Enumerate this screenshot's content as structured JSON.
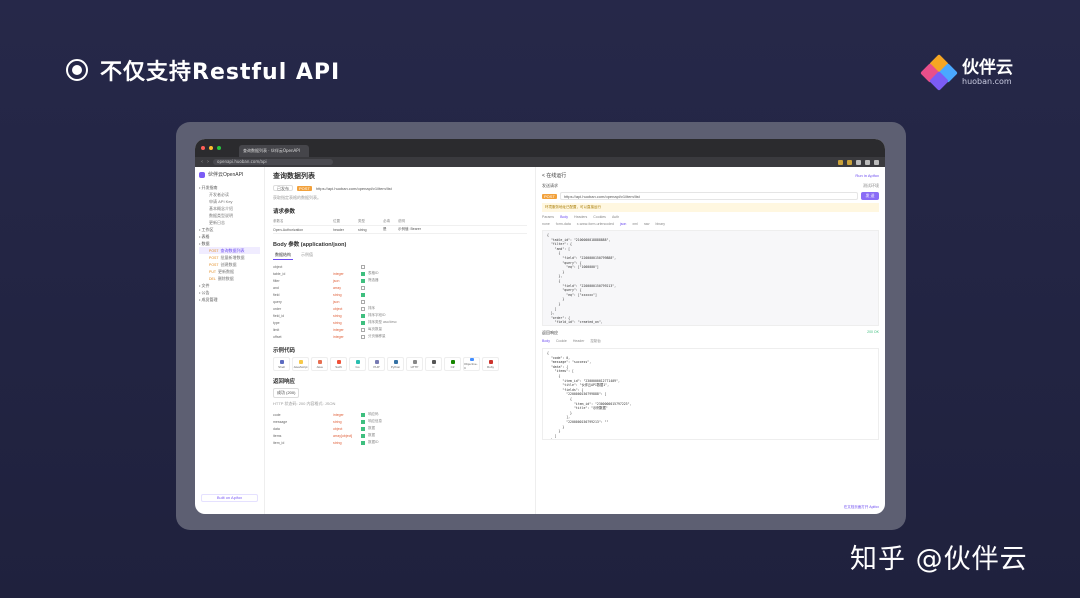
{
  "slide": {
    "title": "不仅支持Restful API",
    "brand_name": "伙伴云",
    "brand_domain": "huoban.com",
    "watermark": "知乎 @伙伴云",
    "brand_colors": [
      "#f5a623",
      "#e94f8a",
      "#7b5cf5",
      "#4aa8ff"
    ]
  },
  "browser": {
    "tab_title": "查询数据列表 · 伙伴云OpenAPI",
    "address": "openapi.huoban.com/api"
  },
  "sidebar": {
    "app_name": "伙伴云OpenAPI",
    "items": [
      {
        "label": "• 开发指南",
        "level": 1
      },
      {
        "label": "开发者必读",
        "level": 2
      },
      {
        "label": "申请 API Key",
        "level": 2
      },
      {
        "label": "基本概念介绍",
        "level": 2
      },
      {
        "label": "数据类型说明",
        "level": 2
      },
      {
        "label": "更新日志",
        "level": 2
      },
      {
        "label": "• 工作区",
        "level": 1
      },
      {
        "label": "• 表格",
        "level": 1
      },
      {
        "label": "• 数据",
        "level": 1
      },
      {
        "label": "查询数据列表",
        "level": 2,
        "method": "POST",
        "active": true
      },
      {
        "label": "批量新增数据",
        "level": 2,
        "method": "POST"
      },
      {
        "label": "创建数据",
        "level": 2,
        "method": "POST"
      },
      {
        "label": "更新数据",
        "level": 2,
        "method": "PUT"
      },
      {
        "label": "删除数据",
        "level": 2,
        "method": "DEL"
      },
      {
        "label": "• 文件",
        "level": 1
      },
      {
        "label": "• 公告",
        "level": 1
      },
      {
        "label": "• 成员管理",
        "level": 1
      }
    ],
    "footer": "Built on Apifox"
  },
  "content": {
    "title": "查询数据列表",
    "status_chip": "已发布",
    "method": "POST",
    "endpoint": "https://api.huoban.com/openapi/v1/item/list",
    "note": "获取指定表格的数据列表。",
    "request_params_title": "请求参数",
    "param_headers": [
      "参数名",
      "位置",
      "类型",
      "必填",
      "说明"
    ],
    "params": [
      {
        "name": "Open-Authorization",
        "in": "header",
        "type": "string",
        "req": "是",
        "desc": "示例值: Bearer"
      }
    ],
    "body_title": "Body 参数 (application/json)",
    "body_tabs": [
      "数据结构",
      "示例值"
    ],
    "schema": [
      {
        "name": "object",
        "type": "",
        "checked": false,
        "desc": ""
      },
      {
        "name": "table_id",
        "type": "integer",
        "checked": true,
        "desc": "表格ID"
      },
      {
        "name": "filter",
        "type": "json",
        "checked": true,
        "desc": "筛选器"
      },
      {
        "name": "and",
        "type": "array",
        "checked": false,
        "desc": ""
      },
      {
        "name": "field",
        "type": "string",
        "checked": true,
        "desc": ""
      },
      {
        "name": "query",
        "type": "json",
        "checked": false,
        "desc": ""
      },
      {
        "name": "order",
        "type": "object",
        "checked": false,
        "desc": "排序"
      },
      {
        "name": "field_id",
        "type": "string",
        "checked": true,
        "desc": "排序字段ID"
      },
      {
        "name": "type",
        "type": "string",
        "checked": true,
        "desc": "排序类型 asc/desc"
      },
      {
        "name": "limit",
        "type": "integer",
        "checked": false,
        "desc": "每页数量"
      },
      {
        "name": "offset",
        "type": "integer",
        "checked": false,
        "desc": "分页偏移量"
      }
    ],
    "code_title": "示例代码",
    "languages": [
      {
        "name": "Shell",
        "color": "#5c6bc0"
      },
      {
        "name": "JavaScript",
        "color": "#f7c948"
      },
      {
        "name": "Java",
        "color": "#e76f51"
      },
      {
        "name": "Swift",
        "color": "#f05138"
      },
      {
        "name": "Go",
        "color": "#29beb0"
      },
      {
        "name": "PHP",
        "color": "#777bb3"
      },
      {
        "name": "Python",
        "color": "#3572a5"
      },
      {
        "name": "HTTP",
        "color": "#888888"
      },
      {
        "name": "C",
        "color": "#555555"
      },
      {
        "name": "C#",
        "color": "#178600"
      },
      {
        "name": "Objective-C",
        "color": "#438eff"
      },
      {
        "name": "Ruby",
        "color": "#cc342d"
      }
    ],
    "response_title": "返回响应",
    "response_tag": "成功 (200)",
    "response_meta": "HTTP 状态码: 200    内容格式: JSON",
    "response_schema": [
      {
        "name": "code",
        "type": "integer",
        "checked": true,
        "desc": "响应码"
      },
      {
        "name": "message",
        "type": "string",
        "checked": true,
        "desc": "响应信息"
      },
      {
        "name": "data",
        "type": "object",
        "checked": true,
        "desc": "数据"
      },
      {
        "name": "items",
        "type": "array[object]",
        "checked": true,
        "desc": "数据"
      },
      {
        "name": "item_id",
        "type": "string",
        "checked": true,
        "desc": "数据ID"
      }
    ]
  },
  "runner": {
    "title": "< 在线运行",
    "brand": "Run in Apifox",
    "env": "测试环境",
    "req_label": "发送请求",
    "method": "POST",
    "url": "https://api.huoban.com/openapi/v1/item/list",
    "send": "发 送",
    "warning": "环境服务地址已配置，可以直接运行",
    "tabs": [
      "Params",
      "Body",
      "Headers",
      "Cookies",
      "Auth"
    ],
    "body_types": [
      "none",
      "form-data",
      "x-www-form-urlencoded",
      "json",
      "xml",
      "raw",
      "binary"
    ],
    "request_code": "{\n  \"table_id\": \"2100000018888888\",\n  \"filter\": {\n    \"and\": [\n      {\n        \"field\": \"2200000150799888\",\n        \"query\": {\n          \"eq\": [\"1000000\"]\n        }\n      },\n      {\n        \"field\": \"2200000150799213\",\n        \"query\": {\n          \"eq\": [\"xxxxxx\"]\n        }\n      }\n    ]\n  },\n  \"order\": {\n    \"field_id\": \"created_on\",\n    \"type\": \"desc\"\n  }\n}",
    "response_label": "返回响应",
    "response_status": "200 OK",
    "response_tabs": [
      "Body",
      "Cookie",
      "Header",
      "控制台"
    ],
    "response_code": "{\n  \"code\": 0,\n  \"message\": \"success\",\n  \"data\": {\n    \"items\": [\n      {\n        \"item_id\": \"2300000012771409\",\n        \"title\": \"伙伴云API数据1\",\n        \"fields\": {\n          \"2200000150799888\": [\n            {\n              \"item_id\": \"2300000015797223\",\n              \"title\": \"示例数据\"\n            }\n          ],\n          \"2200000150799213\": \"\"\n        }\n      }\n    ]\n  }\n}",
    "footer": "在文档页面打开 Apifox"
  }
}
